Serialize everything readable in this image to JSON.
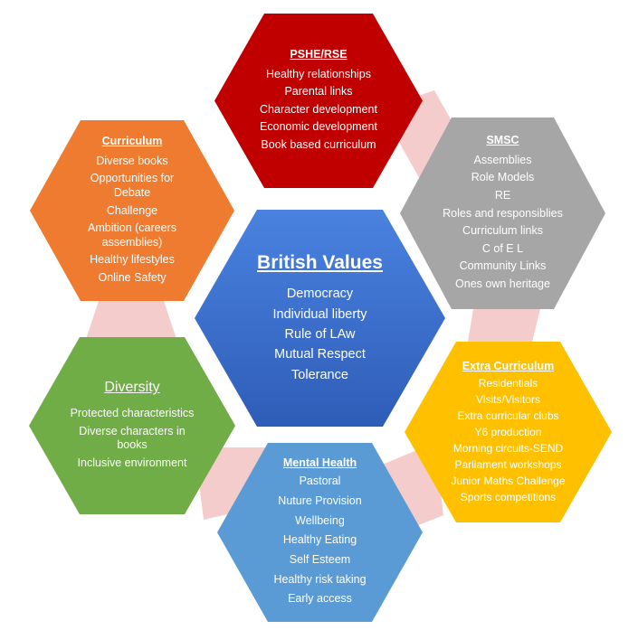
{
  "colors": {
    "connector": "#f4cccc",
    "british": "#3a6fd0",
    "pshe": "#c00000",
    "smsc": "#a6a6a6",
    "curriculum": "#ee7b30",
    "diversity": "#70ad47",
    "extra": "#ffc000",
    "mental": "#5b9bd5"
  },
  "british_values": {
    "title": "British Values",
    "items": [
      "Democracy",
      "Individual liberty",
      "Rule of LAw",
      "Mutual Respect",
      "Tolerance"
    ]
  },
  "pshe": {
    "title": "PSHE/RSE",
    "items": [
      "Healthy relationships",
      "Parental links",
      "Character development",
      "Economic development",
      "Book based curriculum"
    ]
  },
  "smsc": {
    "title": "SMSC",
    "items": [
      "Assemblies",
      "Role Models",
      "RE",
      "Roles and responsiblies",
      "Curriculum links",
      "C of E L",
      "Community Links",
      "Ones own heritage"
    ]
  },
  "curriculum": {
    "title": "Curriculum",
    "items": [
      "Diverse books",
      "Opportunities for Debate",
      "Challenge",
      "Ambition  (careers assemblies)",
      "Healthy lifestyles",
      "Online Safety"
    ]
  },
  "diversity": {
    "title": "Diversity",
    "items": [
      "Protected characteristics",
      "Diverse characters in books",
      "Inclusive environment"
    ]
  },
  "extra_curriculum": {
    "title": "Extra Curriculum",
    "items": [
      "Residentials",
      "Visits/Visitors",
      "Extra curricular clubs",
      "Y6 production",
      "Morning circuits-SEND",
      "Parliament workshops",
      "Junior Maths Challenge",
      "Sports competitions"
    ]
  },
  "mental_health": {
    "title": "Mental Health",
    "items": [
      "Pastoral",
      "Nuture Provision",
      "Wellbeing",
      "Healthy Eating",
      "Self Esteem",
      "Healthy risk taking",
      "Early access"
    ]
  }
}
